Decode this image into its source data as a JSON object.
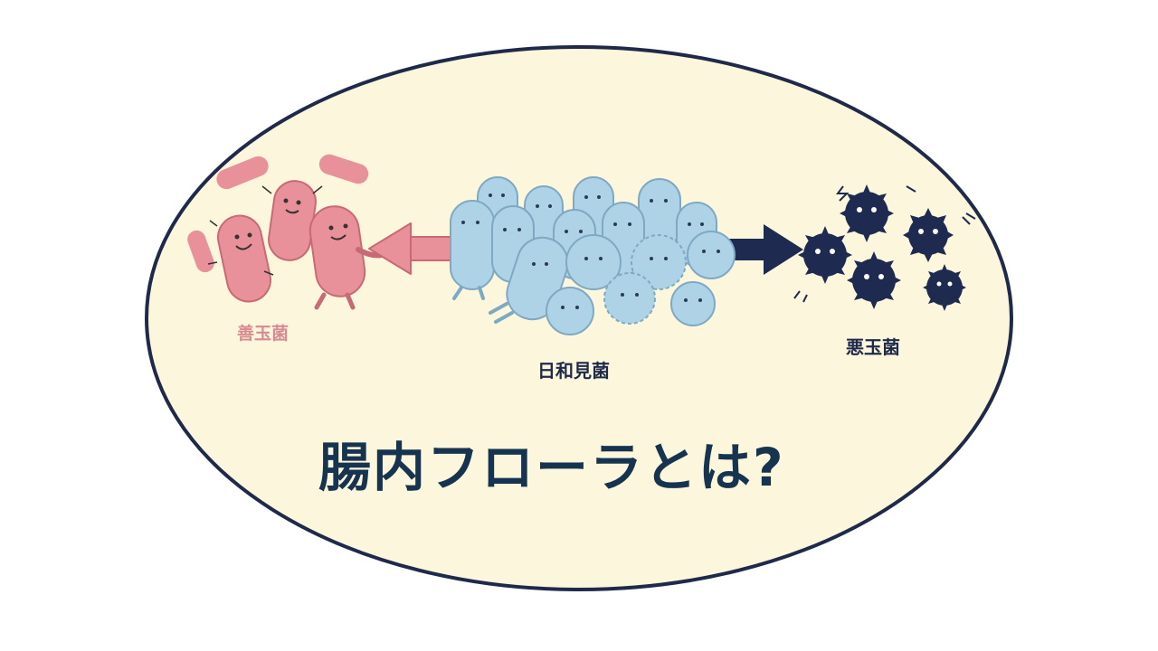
{
  "labels": {
    "good": "善玉菌",
    "neutral": "日和見菌",
    "bad": "悪玉菌"
  },
  "title": "腸内フローラとは?",
  "colors": {
    "oval_fill": "#fbf6dc",
    "oval_stroke": "#1f2a4a",
    "good": "#e9919a",
    "good_dark": "#c86a75",
    "good_label": "#d98a92",
    "neutral": "#aed3e6",
    "neutral_dark": "#7fa9c3",
    "bad": "#1e2a4f",
    "title": "#16344f",
    "text_dark": "#1f2a4a"
  },
  "icons": [
    "good-bacteria-icon",
    "neutral-bacteria-icon",
    "bad-bacteria-icon",
    "arrow-left-icon",
    "arrow-right-icon"
  ]
}
